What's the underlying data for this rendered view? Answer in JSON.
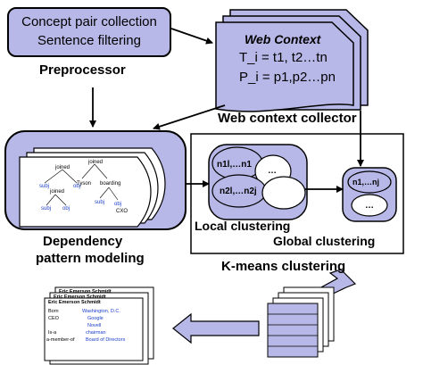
{
  "preprocessor": {
    "line1": "Concept pair collection",
    "line2": "Sentence filtering",
    "label": "Preprocessor"
  },
  "web_context": {
    "title": "Web Context",
    "formula_t": "T_i = t1, t2…tn",
    "formula_p": "P_i = p1,p2…pn",
    "label": "Web context collector"
  },
  "dependency": {
    "label_line1": "Dependency",
    "label_line2": "pattern modeling",
    "tree1": [
      "joined",
      "subj",
      "joined",
      "obj",
      "subj",
      "obj"
    ],
    "tree2": [
      "joined",
      "Tyson",
      "boarding",
      "subj",
      "obj",
      "CXO"
    ]
  },
  "clustering": {
    "local_label": "Local clustering",
    "global_label": "Global clustering",
    "kmeans_label": "K-means clustering",
    "cluster_a": "n1l,…n1",
    "cluster_b": "n2l,…n2j",
    "cluster_dots": "…",
    "global_a": "n1,…nj",
    "global_dots": "…"
  },
  "output": {
    "card_title": "Eric Emerson Schmidt",
    "rows": [
      {
        "key": "Born",
        "value": "Washington, D.C."
      },
      {
        "key": "CEO",
        "value": "Google"
      },
      {
        "key": "",
        "value": "Novell"
      },
      {
        "key": "Is-a",
        "value": "chairman"
      },
      {
        "key": "a-member-of",
        "value": "Board of Directors"
      }
    ]
  },
  "colors": {
    "fill": "#b8b8e8",
    "stroke": "#000000",
    "link_blue": "#1a3cc8"
  }
}
